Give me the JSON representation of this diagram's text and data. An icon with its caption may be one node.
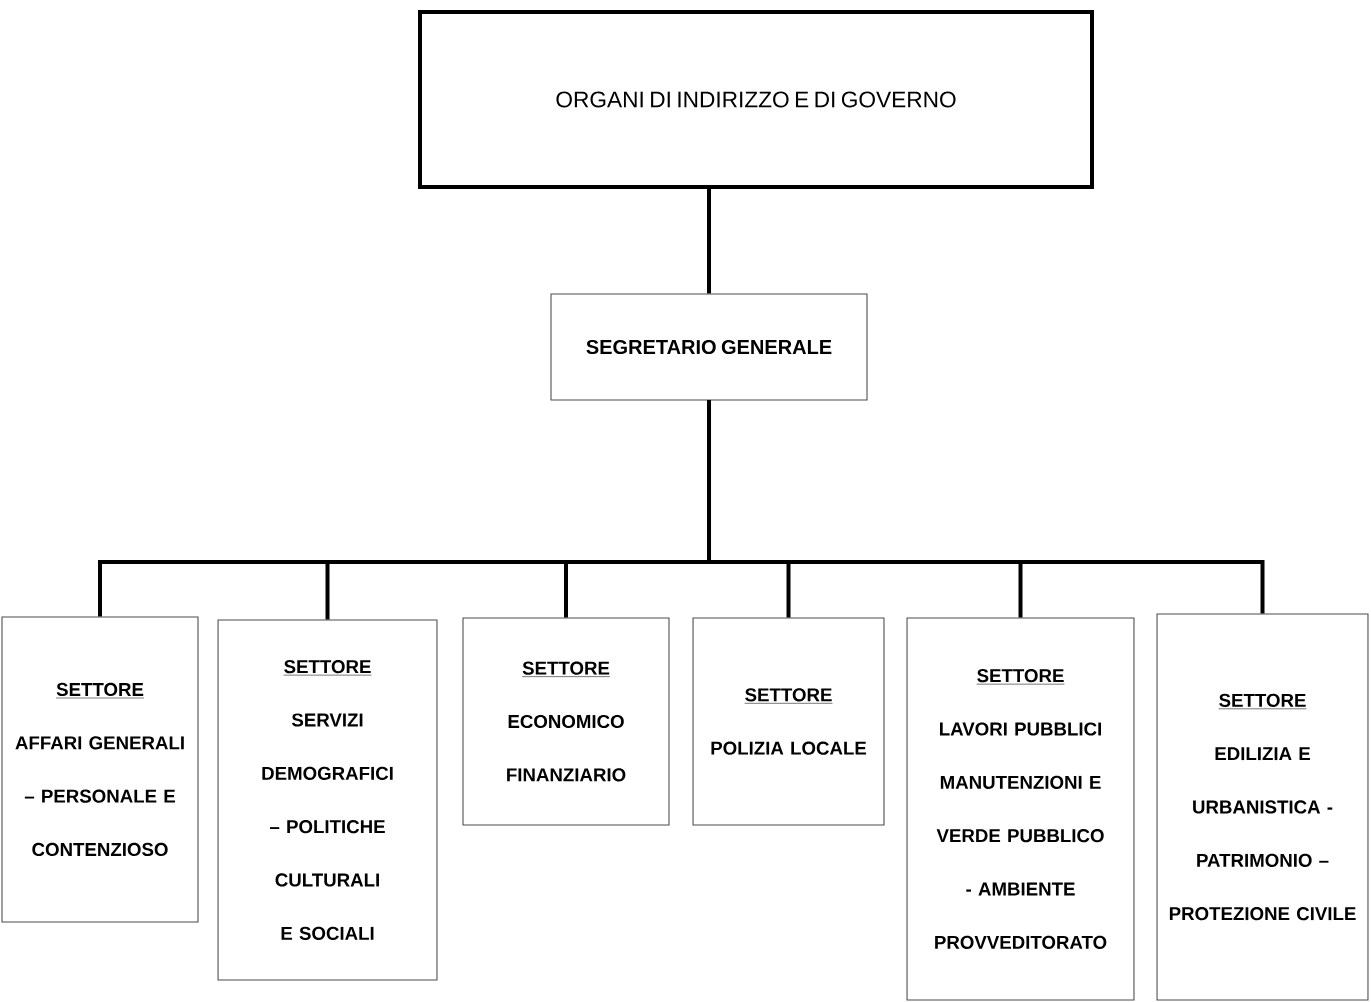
{
  "diagram": {
    "nodes": [
      {
        "text": [
          "ORGANI DI INDIRIZZO E DI GOVERNO"
        ]
      },
      {
        "text": [
          "SEGRETARIO GENERALE"
        ]
      },
      {
        "text": [
          "SETTORE",
          "AFFARI GENERALI – PERSONALE E CONTENZIOSO"
        ]
      },
      {
        "text": [
          "SETTORE",
          "SERVIZI DEMOGRAFICI – POLITICHE CULTURALI E SOCIALI"
        ]
      },
      {
        "text": [
          "SETTORE",
          "ECONOMICO FINANZIARIO"
        ]
      },
      {
        "text": [
          "SETTORE",
          "POLIZIA LOCALE"
        ]
      },
      {
        "text": [
          "SETTORE",
          "LAVORI PUBBLICI MANUTENZIONI E VERDE PUBBLICO - AMBIENTE PROVVEDITORATO"
        ]
      },
      {
        "text": [
          "SETTORE",
          "EDILIZIA E URBANISTICA - PATRIMONIO – PROTEZIONE CIVILE"
        ]
      }
    ],
    "edges": [
      {
        "from": 0,
        "to": 1,
        "arrow": "none"
      },
      {
        "from": 1,
        "to": 2,
        "arrow": "none"
      },
      {
        "from": 1,
        "to": 3,
        "arrow": "none"
      },
      {
        "from": 1,
        "to": 4,
        "arrow": "none"
      },
      {
        "from": 1,
        "to": 5,
        "arrow": "none"
      },
      {
        "from": 1,
        "to": 6,
        "arrow": "none"
      },
      {
        "from": 1,
        "to": 7,
        "arrow": "none"
      }
    ]
  }
}
